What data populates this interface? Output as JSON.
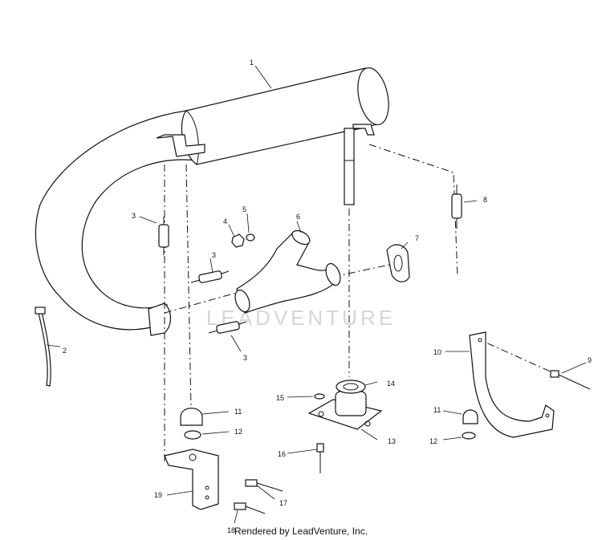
{
  "watermark": "LEADVENTURE",
  "footer": "Rendered by LeadVenture, Inc.",
  "callouts": [
    {
      "id": "c1",
      "text": "1"
    },
    {
      "id": "c2",
      "text": "2"
    },
    {
      "id": "c3a",
      "text": "3"
    },
    {
      "id": "c3b",
      "text": "3"
    },
    {
      "id": "c3c",
      "text": "3"
    },
    {
      "id": "c4",
      "text": "4"
    },
    {
      "id": "c5",
      "text": "5"
    },
    {
      "id": "c6",
      "text": "6"
    },
    {
      "id": "c7",
      "text": "7"
    },
    {
      "id": "c8",
      "text": "8"
    },
    {
      "id": "c9",
      "text": "9"
    },
    {
      "id": "c10",
      "text": "10"
    },
    {
      "id": "c11a",
      "text": "11"
    },
    {
      "id": "c11b",
      "text": "11"
    },
    {
      "id": "c12a",
      "text": "12"
    },
    {
      "id": "c12b",
      "text": "12"
    },
    {
      "id": "c13",
      "text": "13"
    },
    {
      "id": "c14",
      "text": "14"
    },
    {
      "id": "c15",
      "text": "15"
    },
    {
      "id": "c16",
      "text": "16"
    },
    {
      "id": "c17",
      "text": "17"
    },
    {
      "id": "c18",
      "text": "18"
    },
    {
      "id": "c19",
      "text": "19"
    }
  ]
}
